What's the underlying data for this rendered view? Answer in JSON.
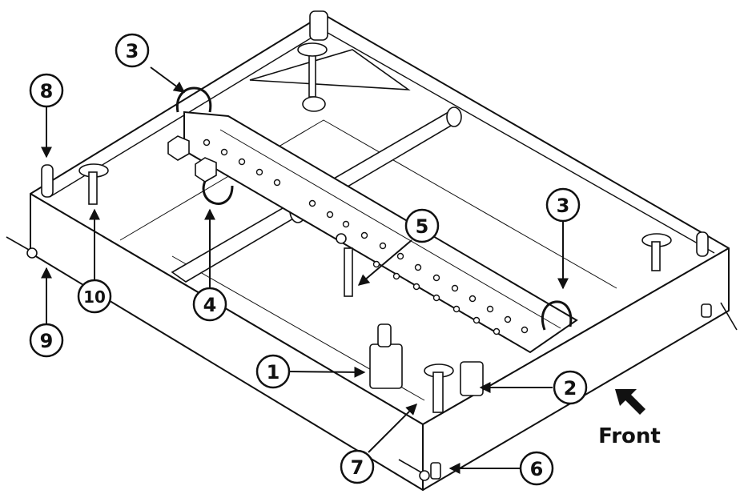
{
  "diagram": {
    "callouts": [
      {
        "id": "c1",
        "label": "1"
      },
      {
        "id": "c2",
        "label": "2"
      },
      {
        "id": "c3a",
        "label": "3"
      },
      {
        "id": "c3b",
        "label": "3"
      },
      {
        "id": "c4",
        "label": "4"
      },
      {
        "id": "c5",
        "label": "5"
      },
      {
        "id": "c6",
        "label": "6"
      },
      {
        "id": "c7",
        "label": "7"
      },
      {
        "id": "c8",
        "label": "8"
      },
      {
        "id": "c9",
        "label": "9"
      },
      {
        "id": "c10",
        "label": "10"
      }
    ],
    "front_label": "Front",
    "colors": {
      "line": "#111111",
      "background": "#ffffff",
      "fill": "#ffffff"
    }
  }
}
